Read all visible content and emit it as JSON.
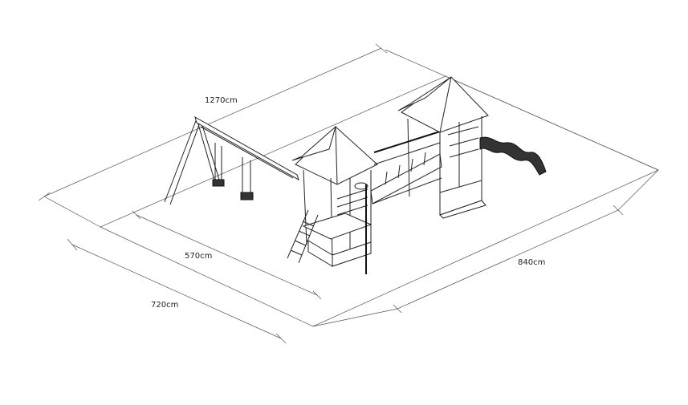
{
  "dimensions": {
    "length_total": "1270cm",
    "width_structure": "570cm",
    "width_total": "720cm",
    "length_side": "840cm"
  },
  "colors": {
    "line": "#222222",
    "guide": "#555555",
    "background": "#ffffff"
  }
}
